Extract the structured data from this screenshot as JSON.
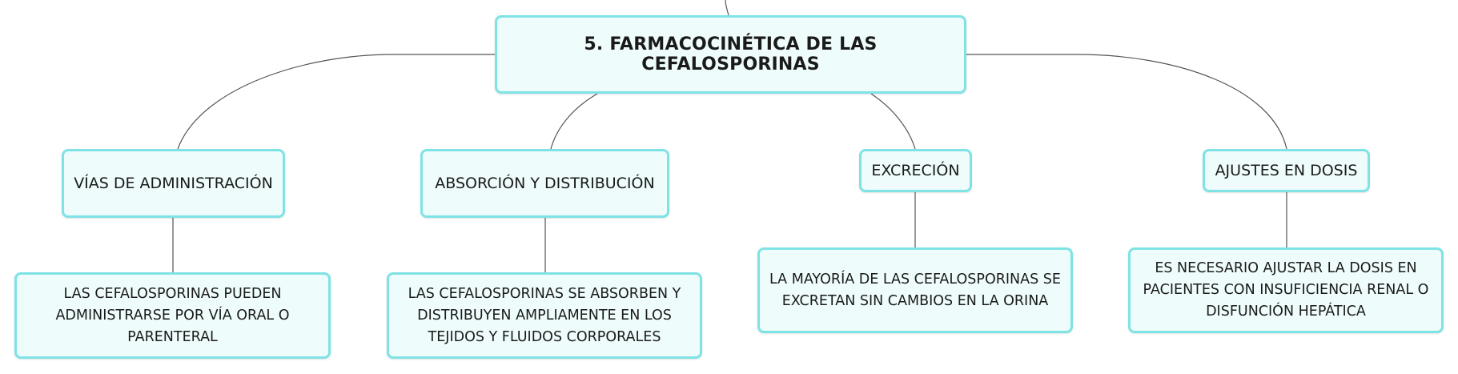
{
  "central": {
    "label": "5. FARMACOCINÉTICA DE LAS CEFALOSPORINAS"
  },
  "topics": [
    {
      "label": "VÍAS DE ADMINISTRACIÓN",
      "detail": "LAS CEFALOSPORINAS PUEDEN ADMINISTRARSE POR VÍA ORAL O PARENTERAL"
    },
    {
      "label": "ABSORCIÓN Y DISTRIBUCIÓN",
      "detail": "LAS CEFALOSPORINAS SE ABSORBEN Y DISTRIBUYEN AMPLIAMENTE EN LOS TEJIDOS Y FLUIDOS CORPORALES"
    },
    {
      "label": "EXCRECIÓN",
      "detail": "LA MAYORÍA DE LAS CEFALOSPORINAS SE EXCRETAN SIN CAMBIOS EN LA ORINA"
    },
    {
      "label": "AJUSTES EN DOSIS",
      "detail": "ES NECESARIO AJUSTAR LA DOSIS EN PACIENTES CON INSUFICIENCIA RENAL O DISFUNCIÓN HEPÁTICA"
    }
  ],
  "colors": {
    "node_fill": "#effcfc",
    "node_border": "#7fe3e6",
    "connector": "#555555",
    "text": "#1a1a1a"
  }
}
